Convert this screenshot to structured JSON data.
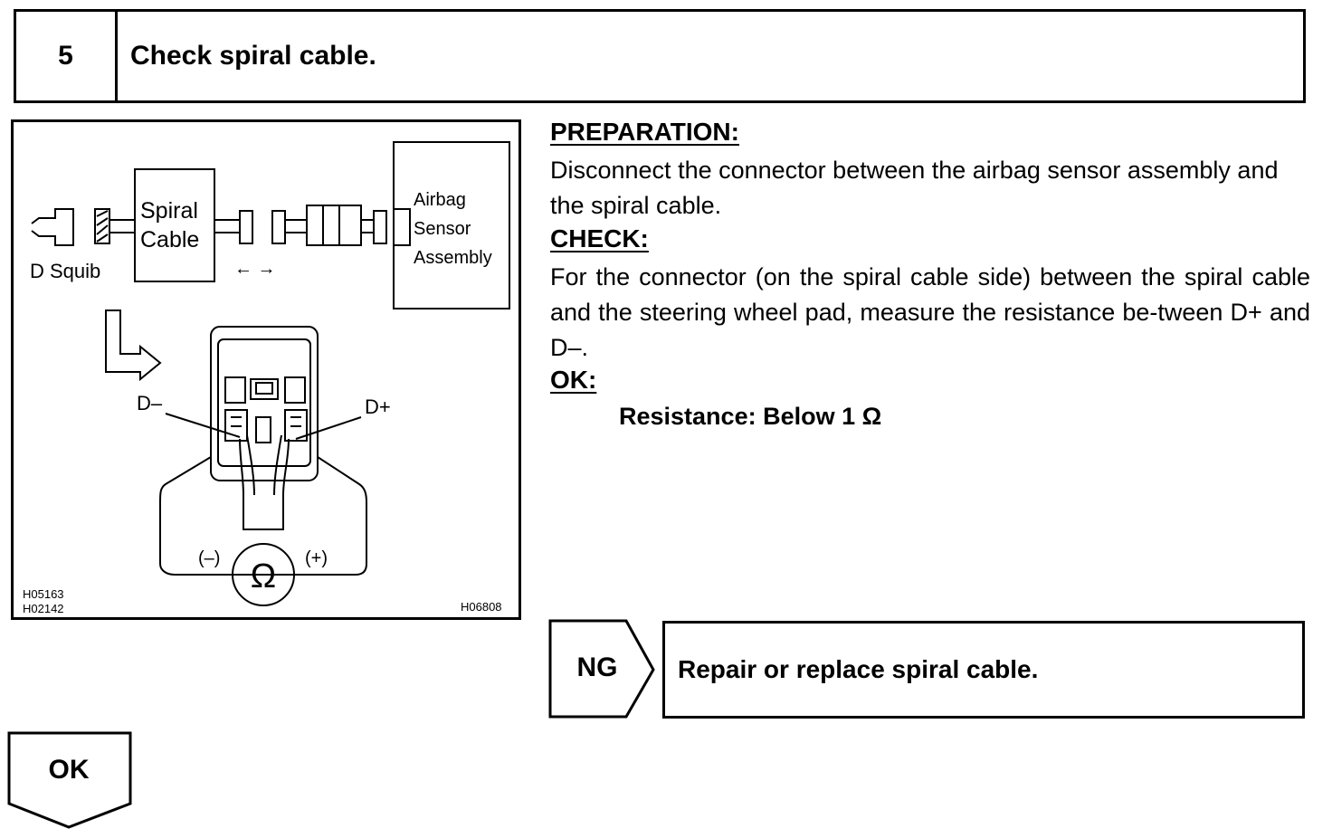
{
  "step": {
    "number": "5",
    "title": "Check spiral cable."
  },
  "illustration": {
    "labels": {
      "spiral_line1": "Spiral",
      "spiral_line2": "Cable",
      "d_squib": "D Squib",
      "airbag_line1": "Airbag",
      "airbag_line2": "Sensor",
      "airbag_line3": "Assembly",
      "arrows": "← →",
      "d_minus": "D–",
      "d_plus": "D+",
      "meter_minus": "(–)",
      "meter_plus": "(+)",
      "ohm": "Ω",
      "code_1": "H05163",
      "code_2": "H02142",
      "code_3": "H06808"
    }
  },
  "instructions": {
    "preparation_heading": "PREPARATION:",
    "preparation_text": "Disconnect the connector between the airbag sensor assembly and the spiral cable.",
    "check_heading": "CHECK:",
    "check_text": "For the connector (on the spiral cable side) between the spiral cable and the steering wheel pad, measure the resistance be-tween D+ and D–.",
    "ok_heading": "OK:",
    "ok_result": "Resistance: Below 1 Ω"
  },
  "ng": {
    "label": "NG",
    "action": "Repair or replace spiral cable."
  },
  "ok": {
    "label": "OK"
  }
}
